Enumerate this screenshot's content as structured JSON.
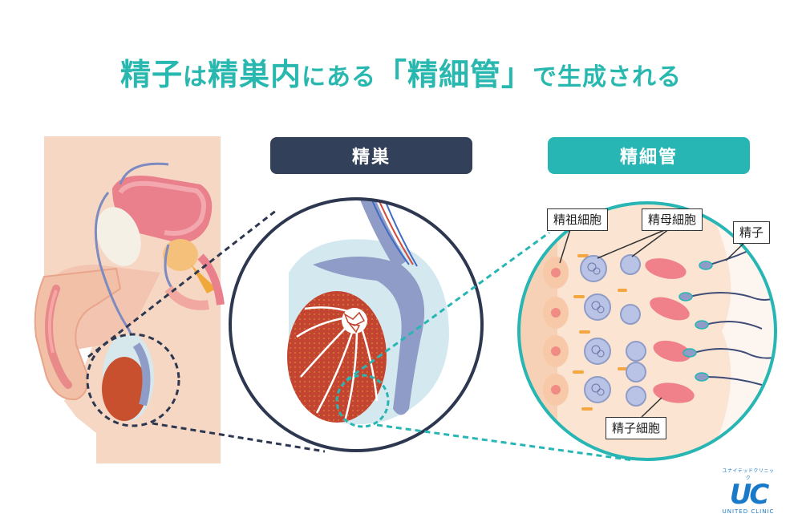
{
  "title": {
    "part1": "精子",
    "part2": "は",
    "part3": "精巣内",
    "part4": "にある",
    "part5": "「精細管」",
    "part6": "で生成される"
  },
  "panels": {
    "testis_label": "精巣",
    "tubule_label": "精細管"
  },
  "cell_labels": {
    "spermatogonia": "精祖細胞",
    "spermatocyte": "精母細胞",
    "sperm": "精子",
    "spermatid": "精子細胞"
  },
  "logo": {
    "kana": "ユナイテッドクリニック",
    "mark": "UC",
    "name": "UNITED CLINIC"
  },
  "colors": {
    "title_teal": "#29b8b0",
    "pill_dark": "#33405a",
    "pill_teal": "#27b6b4",
    "testis_red": "#c34531",
    "skin": "#f6d7c4",
    "blue_gray": "#8f9cc7"
  }
}
